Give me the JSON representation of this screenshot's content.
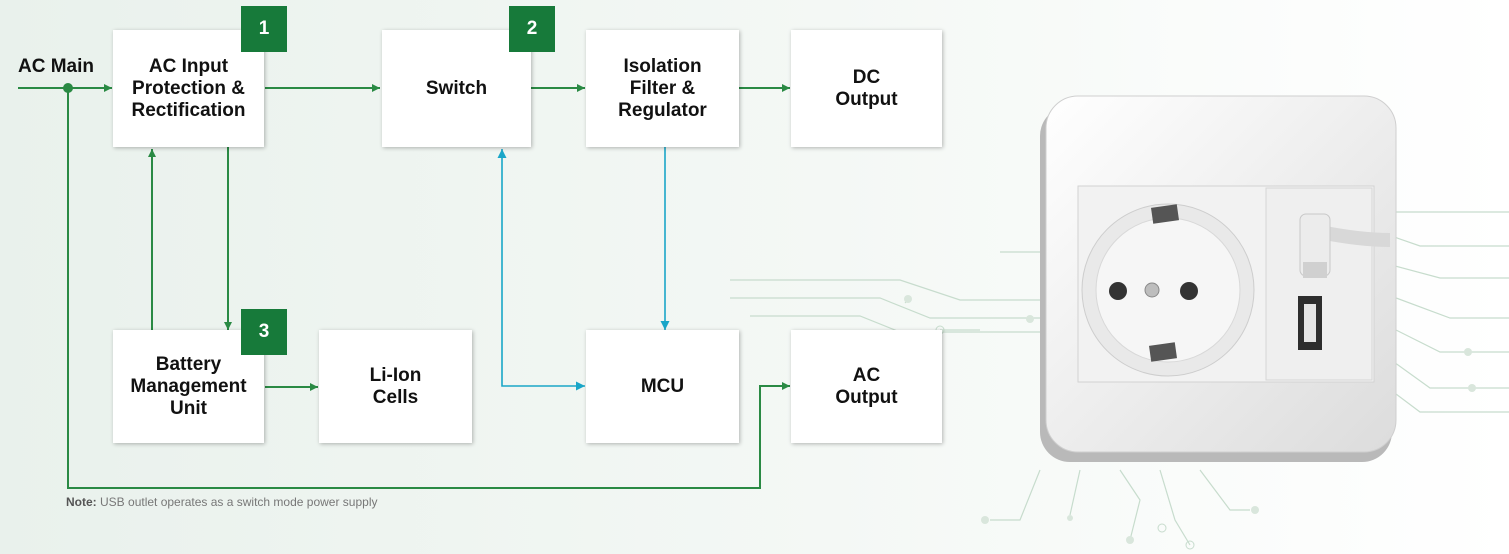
{
  "diagram": {
    "input_label": "AC Main",
    "blocks": {
      "ac_input": "AC Input\nProtection &\nRectification",
      "switch": "Switch",
      "isolation": "Isolation\nFilter &\nRegulator",
      "dc_output": "DC\nOutput",
      "bmu": "Battery\nManagement\nUnit",
      "li_ion": "Li-Ion\nCells",
      "mcu": "MCU",
      "ac_output": "AC\nOutput"
    },
    "badges": [
      "1",
      "2",
      "3"
    ],
    "note_label": "Note:",
    "note_text": " USB outlet operates as a switch mode power supply"
  },
  "colors": {
    "green_arrow": "#2a8a44",
    "blue_arrow": "#1aa6c8",
    "badge": "#177a3a",
    "circuit_lines": "#c7dccd"
  },
  "illustration": {
    "subject": "wall-socket-with-usb-port",
    "icons": [
      "schuko-socket-icon",
      "usb-port-icon",
      "usb-plug-icon"
    ]
  }
}
